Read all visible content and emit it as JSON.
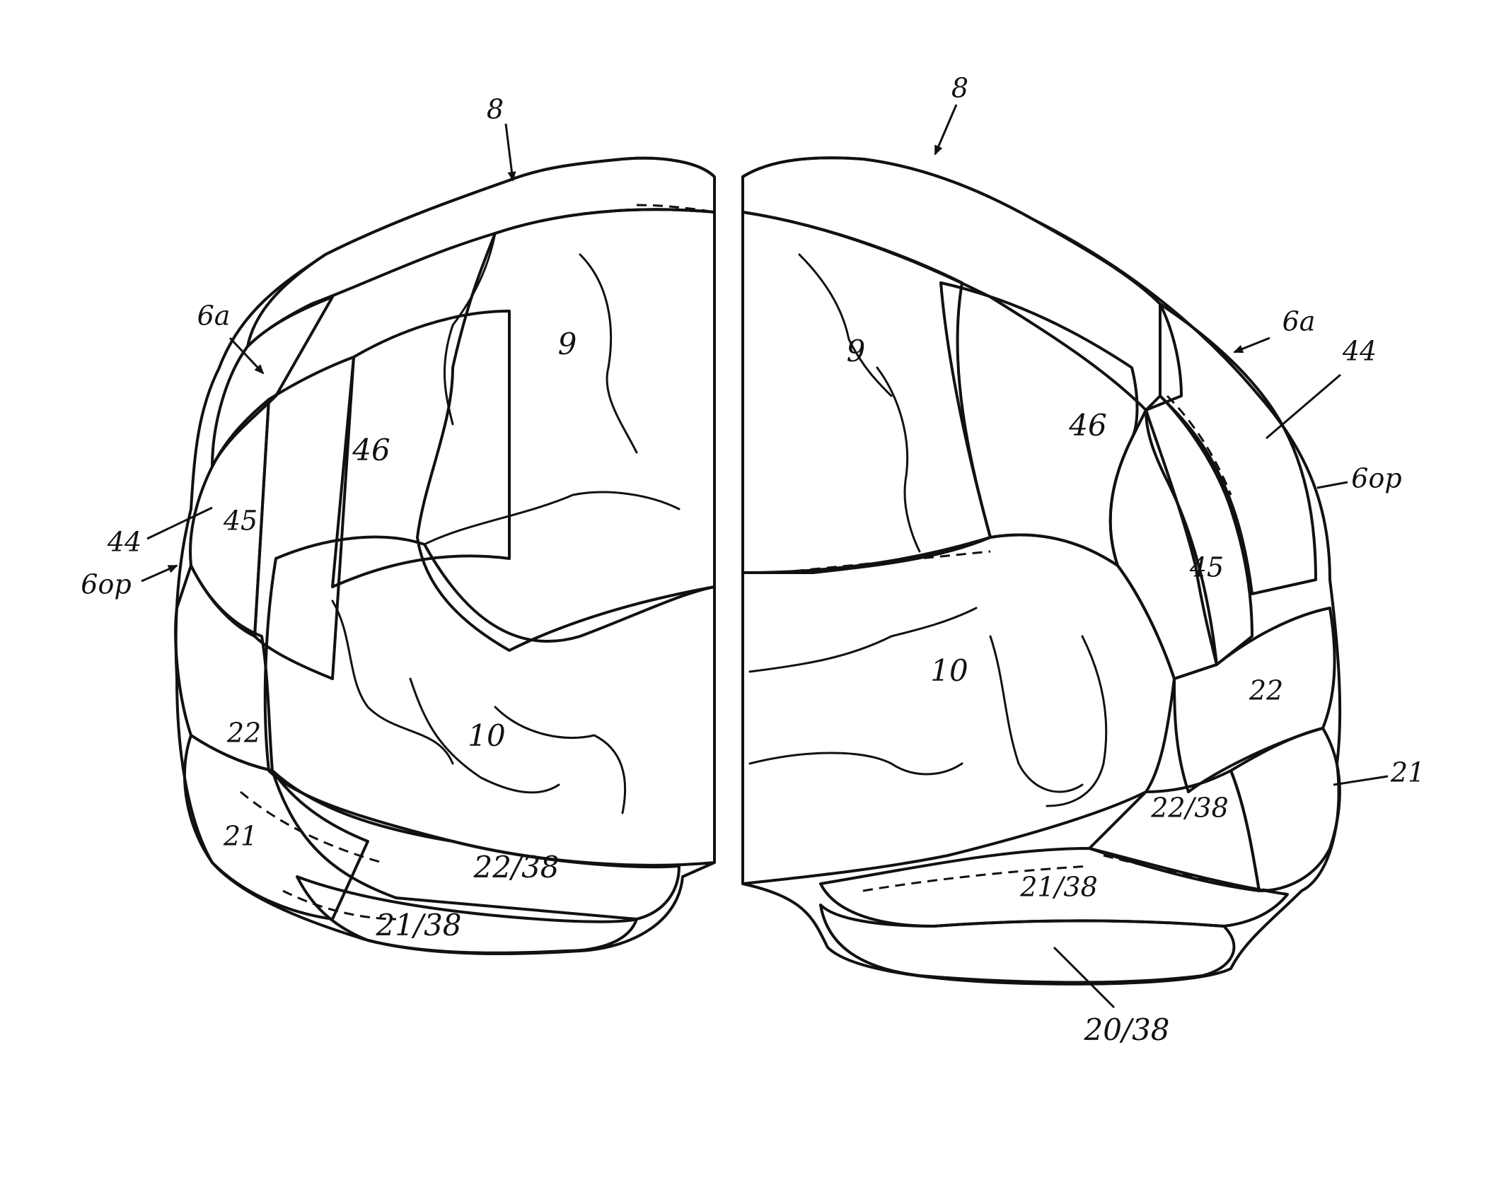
{
  "figure": {
    "labels": {
      "l8": "8",
      "l6a": "6a",
      "l44": "44",
      "l6op": "6op",
      "l45": "45",
      "l46": "46",
      "l9": "9",
      "l10": "10",
      "l22": "22",
      "l21": "21",
      "l22_38": "22/38",
      "l21_38": "21/38",
      "l20_38": "20/38"
    }
  }
}
